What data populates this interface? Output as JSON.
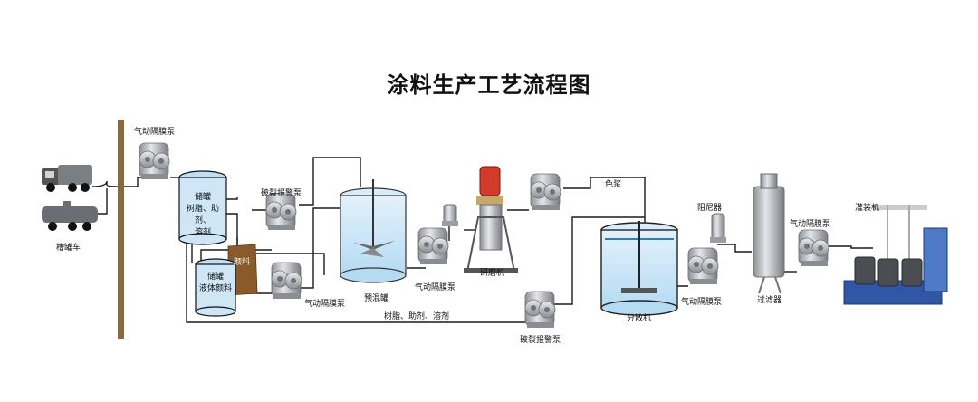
{
  "title": "涂料生产工艺流程图",
  "labels": {
    "tanker": "槽罐车",
    "pump_top": "气动隔膜泵",
    "storage_tank_1_title": "储罐",
    "storage_tank_1_line1": "树脂、助剂、",
    "storage_tank_1_line2": "溶剂",
    "burst_alarm_pump_1": "破裂报警泵",
    "pigment_bag": "颜料",
    "storage_tank_2_title": "储罐",
    "storage_tank_2_line1": "液体颜料",
    "pump_bottom_left": "气动隔膜泵",
    "premix_tank": "预混罐",
    "pump_mid": "气动隔膜泵",
    "grinder": "研磨机",
    "color_paste": "色浆",
    "pipe_label": "树脂、助剂、溶剂",
    "burst_alarm_pump_2": "破裂报警泵",
    "disperser": "分散机",
    "damper": "阻尼器",
    "pump_right_1": "气动隔膜泵",
    "filter": "过滤器",
    "pump_right_2": "气动隔膜泵",
    "filling_machine": "灌装机"
  },
  "colors": {
    "pipe": "#1a1a1a",
    "wall": "#8a6a3c",
    "tank_water": "#cfe6f7",
    "tank_water_dark": "#a9d3f0",
    "pump_metal": "#b9bcc0",
    "drum": "#4a4d52",
    "pallet": "#2f57a6",
    "grinder_red": "#d23a2a",
    "pigment_bag": "#8b5a2b"
  }
}
